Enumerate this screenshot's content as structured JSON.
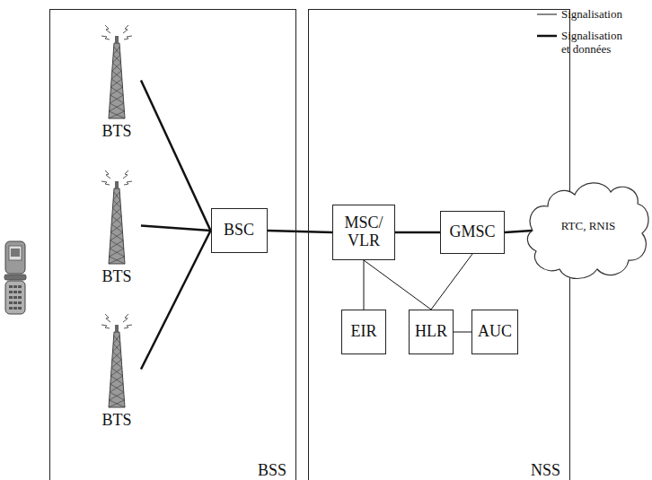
{
  "diagram": {
    "nodes": [
      {
        "text": [
          "BSS"
        ]
      },
      {
        "text": [
          "BTS"
        ],
        "in": 0
      },
      {
        "text": [
          "BTS"
        ],
        "in": 0
      },
      {
        "text": [
          "BTS"
        ],
        "in": 0
      },
      {
        "text": [
          "BSC"
        ],
        "in": 0
      },
      {
        "text": [
          "NSS"
        ]
      },
      {
        "text": [
          "MSC/ VLR"
        ],
        "in": 5
      },
      {
        "text": [
          "GMSC"
        ],
        "in": 5
      },
      {
        "text": [
          "EIR"
        ],
        "in": 5
      },
      {
        "text": [
          "HLR"
        ],
        "in": 5
      },
      {
        "text": [
          "AUC"
        ],
        "in": 5
      },
      {
        "text": [
          "RTC, RNIS"
        ]
      }
    ],
    "edges": [
      {
        "from": 1,
        "to": 4,
        "arrow": "none"
      },
      {
        "from": 2,
        "to": 4,
        "arrow": "none"
      },
      {
        "from": 3,
        "to": 4,
        "arrow": "none"
      },
      {
        "from": 4,
        "to": 6,
        "arrow": "none"
      },
      {
        "from": 6,
        "to": 7,
        "arrow": "none"
      },
      {
        "from": 7,
        "to": 11,
        "arrow": "none"
      },
      {
        "from": 6,
        "to": 8,
        "arrow": "none"
      },
      {
        "from": 6,
        "to": 9,
        "arrow": "none"
      },
      {
        "from": 7,
        "to": 9,
        "arrow": "none"
      },
      {
        "from": 9,
        "to": 10,
        "arrow": "none"
      }
    ],
    "legend": [
      {
        "text": "Signalisation"
      },
      {
        "text": "Signalisation et données"
      }
    ]
  }
}
